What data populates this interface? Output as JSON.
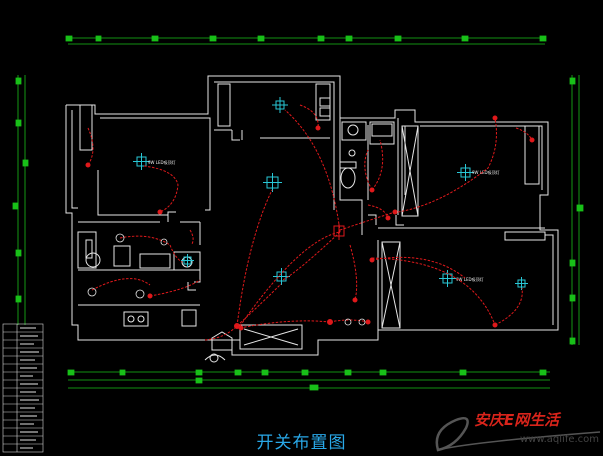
{
  "drawing": {
    "caption": "开关布置图",
    "room_label": "9W LED吸顶灯"
  },
  "watermark": {
    "title": "安庆E网生活",
    "url": "www.aqlife.com"
  },
  "colors": {
    "background": "#000000",
    "walls": "#e6e6e6",
    "wiring": "#e0191b",
    "fixtures": "#29c7d6",
    "dimension_lines": "#18c018",
    "caption": "#29a8e8",
    "logo_red": "#d9241b"
  }
}
